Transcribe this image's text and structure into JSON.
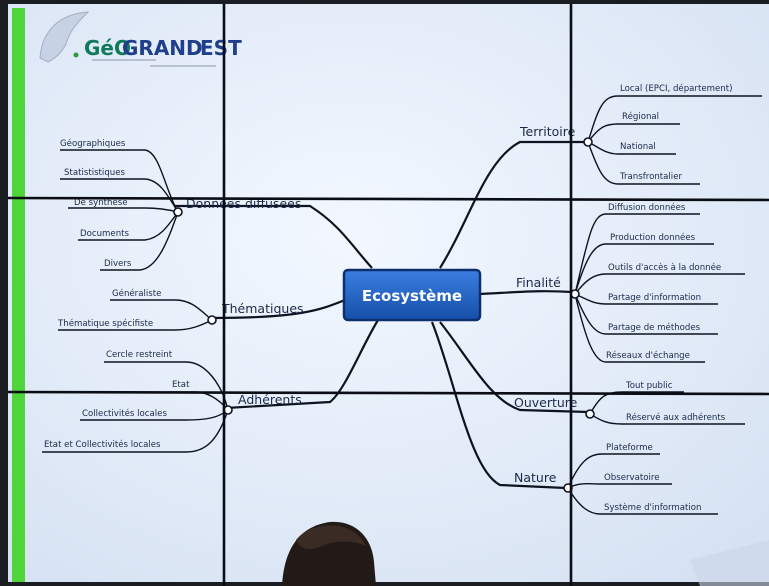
{
  "logo": {
    "text_geo": "GéO",
    "text_grand": "GRAND",
    "text_est": "EST"
  },
  "center": {
    "label": "Ecosystème"
  },
  "left_branches": [
    {
      "label": "Données diffusées",
      "children": [
        "Géographiques",
        "Statististiques",
        "De synthèse",
        "Documents",
        "Divers"
      ]
    },
    {
      "label": "Thématiques",
      "children": [
        "Généraliste",
        "Thématique spécifiste"
      ]
    },
    {
      "label": "Adhérents",
      "children": [
        "Cercle restreint",
        "Etat",
        "Collectivités locales",
        "Etat et Collectivités locales"
      ]
    }
  ],
  "right_branches": [
    {
      "label": "Territoire",
      "children": [
        "Local (EPCI, département)",
        "Régional",
        "National",
        "Transfrontalier"
      ]
    },
    {
      "label": "Finalité",
      "children": [
        "Diffusion données",
        "Production données",
        "Outils d'accès à la donnée",
        "Partage d'information",
        "Partage de méthodes",
        "Réseaux d'échange"
      ]
    },
    {
      "label": "Ouverture",
      "children": [
        "Tout public",
        "Réservé aux adhérents"
      ]
    },
    {
      "label": "Nature",
      "children": [
        "Plateforme",
        "Observatoire",
        "Système d'information"
      ]
    }
  ],
  "colors": {
    "screen_bg": "#eaf1fb",
    "center_fill": "#1e5fbe",
    "center_border": "#0d2f6e",
    "accent_green": "#4fd43a",
    "line": "#0e1320"
  }
}
